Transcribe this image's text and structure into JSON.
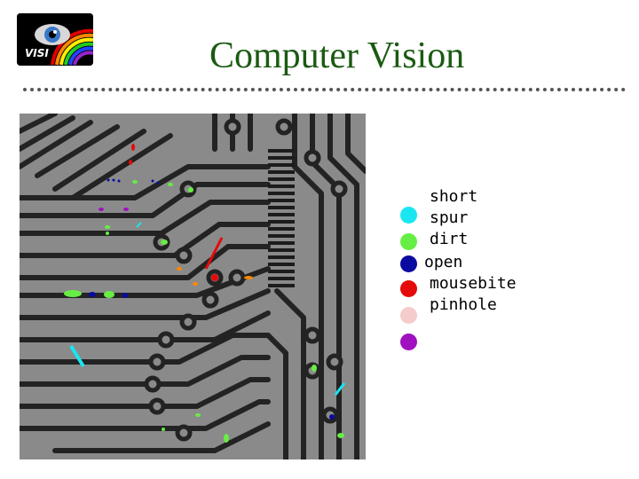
{
  "logo": {
    "text": "VISI"
  },
  "title": "Computer Vision",
  "legend": {
    "labels": [
      "short",
      "spur",
      "dirt",
      "open",
      "mousebite",
      "pinhole"
    ],
    "colors": [
      "#19e6f0",
      "#66ee44",
      "#0a0aa0",
      "#e50a0a",
      "#f5cccc",
      "#a010c0"
    ]
  },
  "colors": {
    "title": "#1b5a12",
    "board": "#8a8a8a",
    "trace": "#232323"
  }
}
